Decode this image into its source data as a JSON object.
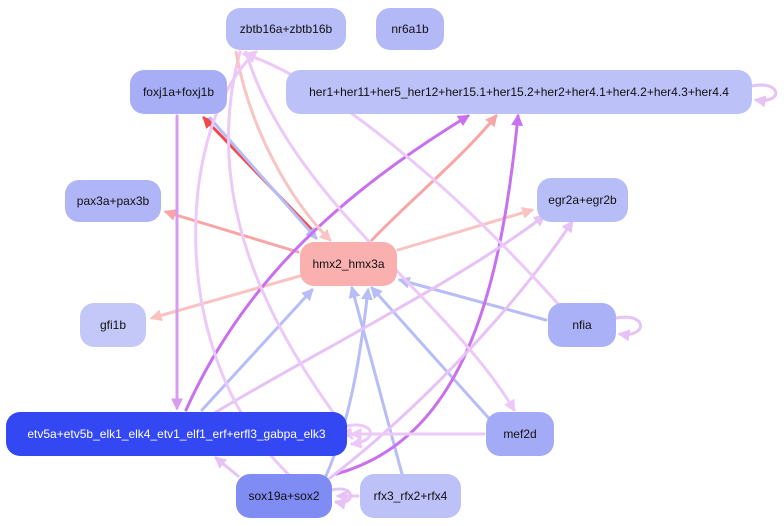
{
  "nodes": [
    {
      "id": "zbtb16",
      "label": "zbtb16a+zbtb16b",
      "color": "#b7bdf7"
    },
    {
      "id": "nr6a1b",
      "label": "nr6a1b",
      "color": "#b3b9f7"
    },
    {
      "id": "foxj1",
      "label": "foxj1a+foxj1b",
      "color": "#a7aef6"
    },
    {
      "id": "her",
      "label": "her1+her11+her5_her12+her15.1+her15.2+her2+her4.1+her4.2+her4.3+her4.4",
      "color": "#bcc1f8"
    },
    {
      "id": "pax3",
      "label": "pax3a+pax3b",
      "color": "#afb5f7"
    },
    {
      "id": "egr2",
      "label": "egr2a+egr2b",
      "color": "#b7bdf7"
    },
    {
      "id": "hmx2",
      "label": "hmx2_hmx3a",
      "color": "#fbb0b0"
    },
    {
      "id": "gfi1b",
      "label": "gfi1b",
      "color": "#c4c8f9"
    },
    {
      "id": "nfia",
      "label": "nfia",
      "color": "#aab1f6"
    },
    {
      "id": "etv5",
      "label": "etv5a+etv5b_elk1_elk4_etv1_elf1_erf+erfl3_gabpa_elk3",
      "color": "#3347f3"
    },
    {
      "id": "mef2d",
      "label": "mef2d",
      "color": "#a4abf6"
    },
    {
      "id": "sox19",
      "label": "sox19a+sox2",
      "color": "#7f8cf4"
    },
    {
      "id": "rfx",
      "label": "rfx3_rfx2+rfx4",
      "color": "#bcc1f8"
    }
  ],
  "edges": [
    {
      "from": "hmx2",
      "to": "foxj1",
      "color": "#f24a4a"
    },
    {
      "from": "foxj1",
      "to": "hmx2",
      "color": "#b7bdf7"
    },
    {
      "from": "hmx2",
      "to": "pax3",
      "color": "#f8a5a5"
    },
    {
      "from": "hmx2",
      "to": "her",
      "color": "#f8a5a5"
    },
    {
      "from": "hmx2",
      "to": "egr2",
      "color": "#fbc2c2"
    },
    {
      "from": "hmx2",
      "to": "gfi1b",
      "color": "#fbc2c2"
    },
    {
      "from": "nfia",
      "to": "hmx2",
      "color": "#b7bdf7"
    },
    {
      "from": "mef2d",
      "to": "hmx2",
      "color": "#b7bdf7"
    },
    {
      "from": "rfx",
      "to": "hmx2",
      "color": "#b7bdf7"
    },
    {
      "from": "sox19",
      "to": "hmx2",
      "color": "#b7bdf7"
    },
    {
      "from": "etv5",
      "to": "hmx2",
      "color": "#b7bdf7"
    },
    {
      "from": "foxj1",
      "to": "etv5",
      "color": "#d99af2"
    },
    {
      "from": "etv5",
      "to": "her",
      "color": "#c870ee"
    },
    {
      "from": "sox19",
      "to": "her",
      "color": "#c870ee"
    },
    {
      "from": "etv5",
      "to": "egr2",
      "color": "#e7c2f7"
    },
    {
      "from": "sox19",
      "to": "egr2",
      "color": "#e7c2f7"
    },
    {
      "from": "mef2d",
      "to": "etv5",
      "color": "#ecc9f8"
    },
    {
      "from": "sox19",
      "to": "etv5",
      "color": "#e7c2f7"
    },
    {
      "from": "zbtb16",
      "to": "mef2d",
      "color": "#ecc9f8"
    },
    {
      "from": "zbtb16",
      "to": "etv5",
      "color": "#ecc9f8"
    },
    {
      "from": "zbtb16",
      "to": "hmx2",
      "color": "#f9c4c4"
    },
    {
      "from": "nfia",
      "to": "zbtb16",
      "color": "#ecc9f8"
    },
    {
      "from": "sox19",
      "to": "zbtb16",
      "color": "#ecc9f8"
    },
    {
      "from": "rfx",
      "to": "sox19",
      "color": "#e7c2f7"
    },
    {
      "from": "etv5",
      "to": "etv5",
      "color": "#ecc9f8"
    },
    {
      "from": "her",
      "to": "her",
      "color": "#e7c2f7"
    },
    {
      "from": "nfia",
      "to": "nfia",
      "color": "#e7c2f7"
    },
    {
      "from": "sox19",
      "to": "sox19",
      "color": "#e7c2f7"
    }
  ]
}
